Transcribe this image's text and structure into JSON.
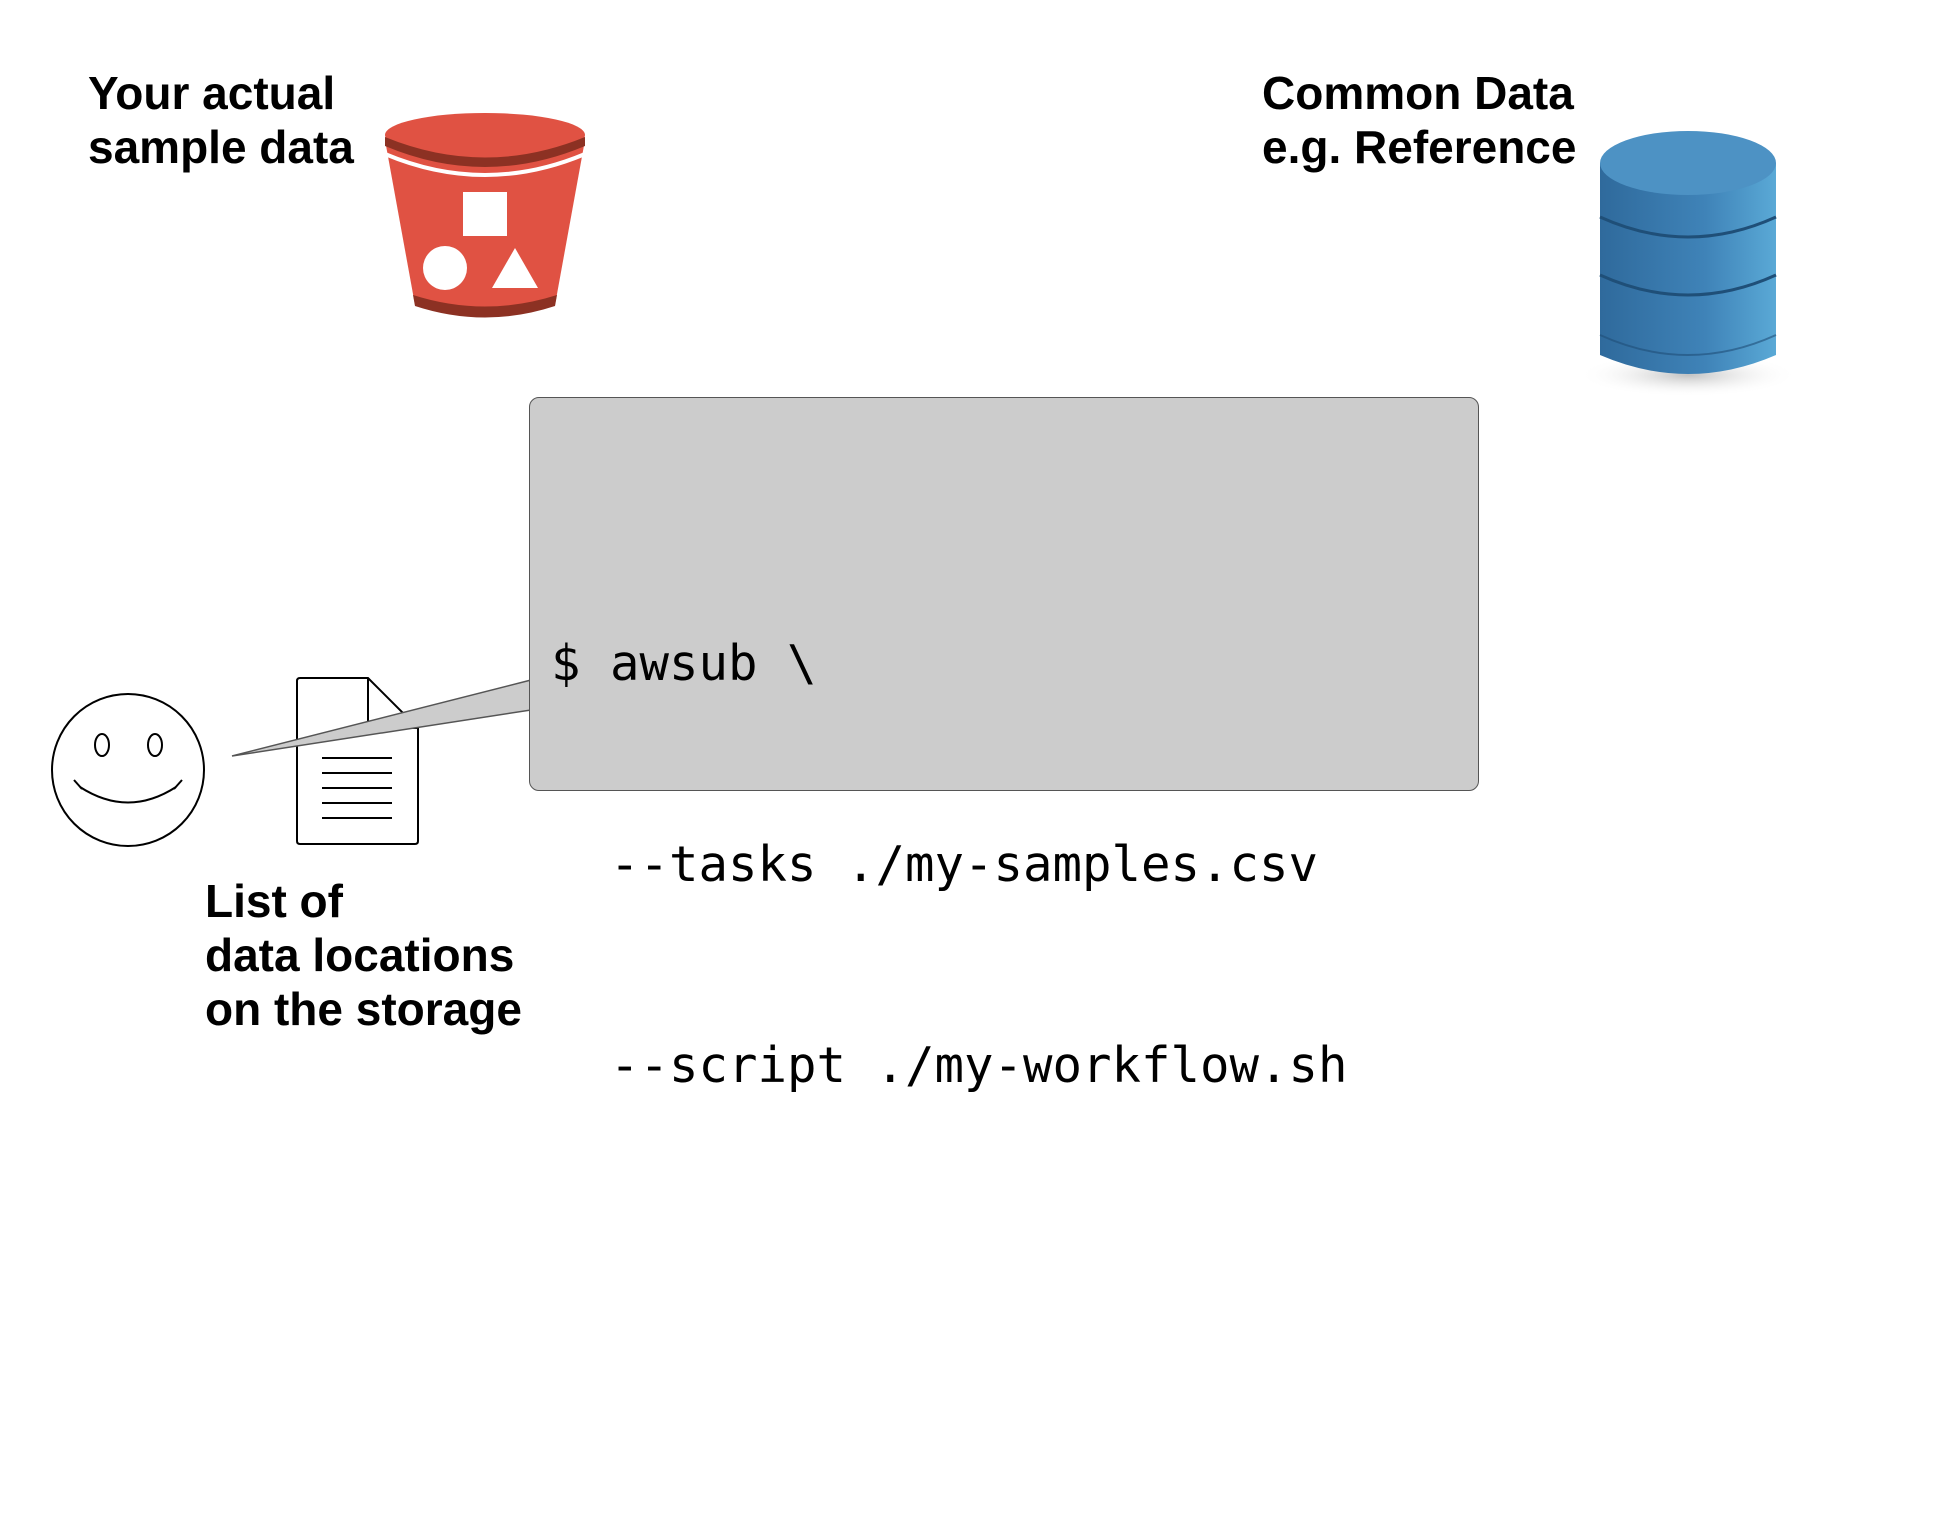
{
  "labels": {
    "sample_data": [
      "Your actual",
      "sample data"
    ],
    "common_data": [
      "Common Data",
      "e.g. Reference"
    ],
    "data_list": [
      "List of",
      "data locations",
      "on the storage"
    ]
  },
  "command": {
    "lines": [
      "$ awsub \\",
      "  --tasks ./my-samples.csv",
      "  --script ./my-workflow.sh"
    ]
  },
  "icons": {
    "storage_bucket": "bucket-icon",
    "database": "database-icon",
    "user": "smiley-icon",
    "file": "document-icon"
  },
  "colors": {
    "bucket_red": "#e05243",
    "bucket_dark_red": "#8c3123",
    "database_blue": "#3f7fb3",
    "database_light_blue": "#5aa5d3",
    "terminal_bg": "#cccccc"
  }
}
